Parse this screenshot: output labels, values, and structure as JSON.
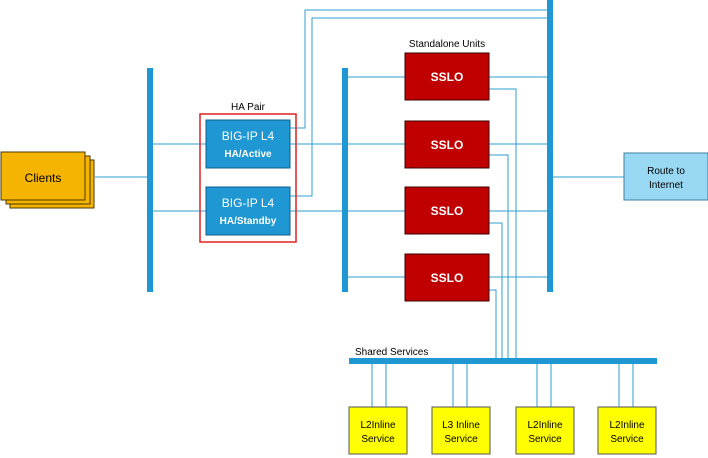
{
  "clients": {
    "label": "Clients"
  },
  "ha_pair": {
    "label": "HA Pair",
    "active": {
      "line1": "BIG-IP L4",
      "line2": "HA/Active"
    },
    "standby": {
      "line1": "BIG-IP L4",
      "line2": "HA/Standby"
    }
  },
  "standalone": {
    "label": "Standalone Units",
    "units": [
      "SSLO",
      "SSLO",
      "SSLO",
      "SSLO"
    ]
  },
  "route": {
    "line1": "Route to",
    "line2": "Internet"
  },
  "shared": {
    "label": "Shared Services",
    "services": [
      {
        "line1": "L2Inline",
        "line2": "Service"
      },
      {
        "line1": "L3 Inline",
        "line2": "Service"
      },
      {
        "line1": "L2Inline",
        "line2": "Service"
      },
      {
        "line1": "L2Inline",
        "line2": "Service"
      }
    ]
  },
  "colors": {
    "bus": "#1f97d3",
    "sslo": "#c00000",
    "bigip": "#1f97d3",
    "service": "#ffff00",
    "route": "#99d8f2",
    "clients": "#f5b400",
    "ha_frame": "#e02020"
  }
}
